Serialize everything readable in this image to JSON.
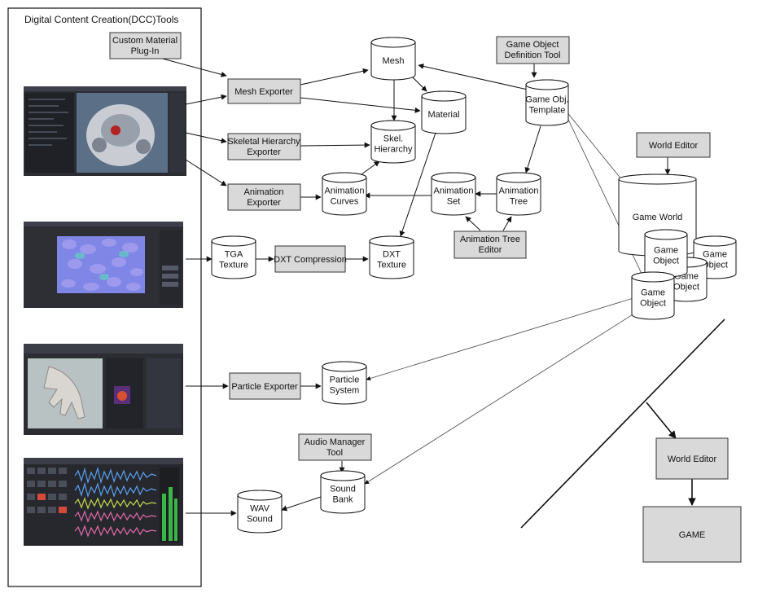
{
  "panel": {
    "title": "Digital Content Creation(DCC)Tools"
  },
  "screens": [
    {
      "name": "3d-modeling-app-screenshot",
      "depicts": "robot model in 3D editor"
    },
    {
      "name": "texture-editor-screenshot",
      "depicts": "normal map in image editor"
    },
    {
      "name": "particle-editor-screenshot",
      "depicts": "hand model with particle preview"
    },
    {
      "name": "audio-editor-screenshot",
      "depicts": "multitrack audio waveforms"
    }
  ],
  "boxes": {
    "custom_material": [
      "Custom Material",
      "Plug-In"
    ],
    "mesh_exporter": [
      "Mesh Exporter"
    ],
    "skeletal_exporter": [
      "Skeletal Hierarchy",
      "Exporter"
    ],
    "animation_exporter": [
      "Animation",
      "Exporter"
    ],
    "dxt_compression": [
      "DXT Compression"
    ],
    "particle_exporter": [
      "Particle Exporter"
    ],
    "audio_manager": [
      "Audio Manager",
      "Tool"
    ],
    "game_object_def_tool": [
      "Game Object",
      "Definition Tool"
    ],
    "anim_tree_editor": [
      "Animation Tree",
      "Editor"
    ],
    "world_editor_top": [
      "World Editor"
    ],
    "world_editor_bottom": [
      "World Editor"
    ],
    "game": [
      "GAME"
    ]
  },
  "cylinders": {
    "mesh": [
      "Mesh"
    ],
    "material": [
      "Material"
    ],
    "skel_hierarchy": [
      "Skel.",
      "Hierarchy"
    ],
    "animation_curves": [
      "Animation",
      "Curves"
    ],
    "animation_set": [
      "Animation",
      "Set"
    ],
    "animation_tree": [
      "Animation",
      "Tree"
    ],
    "game_obj_template": [
      "Game Obj.",
      "Template"
    ],
    "tga_texture": [
      "TGA",
      "Texture"
    ],
    "dxt_texture": [
      "DXT",
      "Texture"
    ],
    "particle_system": [
      "Particle",
      "System"
    ],
    "sound_bank": [
      "Sound",
      "Bank"
    ],
    "wav_sound": [
      "WAV",
      "Sound"
    ],
    "game_world": [
      "Game World"
    ],
    "game_object_1": [
      "Game",
      "Object"
    ],
    "game_object_2": [
      "Game",
      "Object"
    ],
    "game_object_3": [
      "Game",
      "Object"
    ],
    "game_object_4": [
      "Game",
      "Object"
    ]
  },
  "colors": {
    "box_fill": "#d9d9d9",
    "stroke": "#111111",
    "background": "#ffffff"
  }
}
